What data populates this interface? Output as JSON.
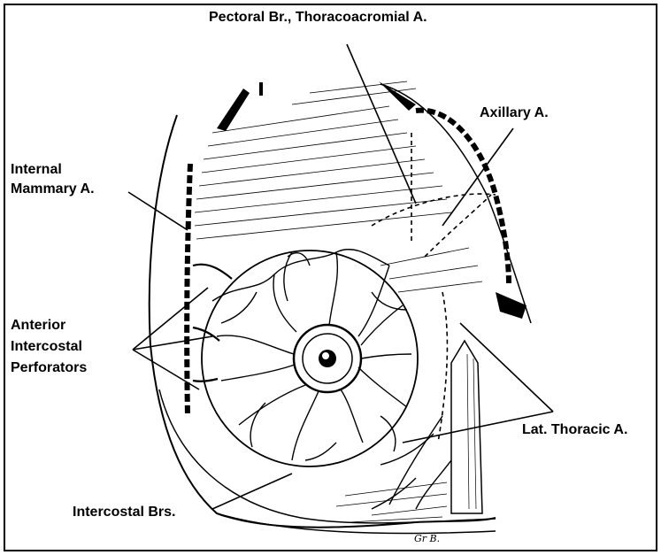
{
  "labels": {
    "pectoral": "Pectoral Br., Thoracoacromial A.",
    "axillary": "Axillary A.",
    "internal_mammary_1": "Internal",
    "internal_mammary_2": "Mammary A.",
    "anterior_1": "Anterior",
    "anterior_2": "Intercostal",
    "anterior_3": "Perforators",
    "lat_thoracic": "Lat. Thoracic A.",
    "intercostal_brs": "Intercostal Brs."
  },
  "signature": "Gr B.",
  "colors": {
    "ink": "#000000",
    "paper": "#ffffff"
  }
}
